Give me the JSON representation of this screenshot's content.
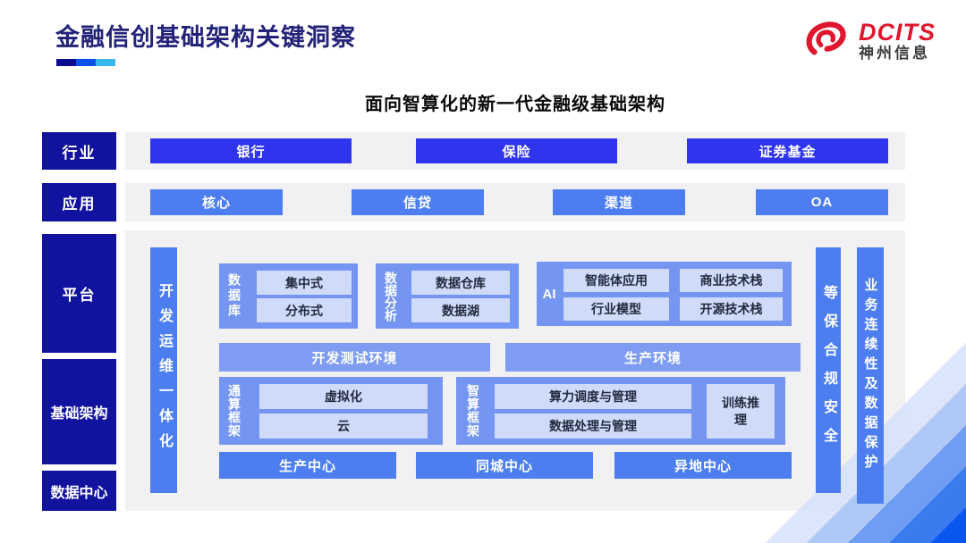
{
  "header": {
    "title": "金融信创基础架构关键洞察",
    "logo": {
      "brand": "DCITS",
      "company": "神州信息"
    }
  },
  "subtitle": "面向智算化的新一代金融级基础架构",
  "colors": {
    "accent_dark_navy": "#11129e",
    "underline_1": "#0d0b8f",
    "underline_2": "#0b52e8",
    "underline_3": "#38b8ea",
    "button_strong_blue": "#2e35ec",
    "button_mid_blue": "#4c7ef0",
    "group_blue": "#7495f1",
    "env_blue": "#7e9df2",
    "chip_light_blue": "#cfdbf8",
    "logo_red": "#e0162e",
    "panel_gray": "#f1f1f4"
  },
  "rows": {
    "industry": {
      "label": "行业",
      "items": [
        "银行",
        "保险",
        "证券基金"
      ]
    },
    "application": {
      "label": "应用",
      "items": [
        "核心",
        "信贷",
        "渠道",
        "OA"
      ]
    }
  },
  "side_labels": {
    "platform": "平台",
    "infrastructure": "基础架构",
    "datacenter": "数据中心"
  },
  "platform": {
    "devops": "开发运维一体化",
    "groups": [
      {
        "label": "数据库",
        "items": [
          "集中式",
          "分布式"
        ]
      },
      {
        "label": "数据分析",
        "items": [
          "数据仓库",
          "数据湖"
        ]
      },
      {
        "label": "AI",
        "items": [
          "智能体应用",
          "商业技术栈",
          "行业模型",
          "开源技术栈"
        ]
      }
    ],
    "environments": [
      "开发测试环境",
      "生产环境"
    ],
    "frameworks": [
      {
        "label": "通算框架",
        "items": [
          "虚拟化",
          "云"
        ]
      },
      {
        "label": "智算框架",
        "items": [
          "算力调度与管理",
          "数据处理与管理"
        ],
        "side_item": "训练推理"
      }
    ],
    "centers": [
      "生产中心",
      "同城中心",
      "异地中心"
    ],
    "security": "等保合规安全",
    "continuity": "业务连续性及数据保护"
  }
}
